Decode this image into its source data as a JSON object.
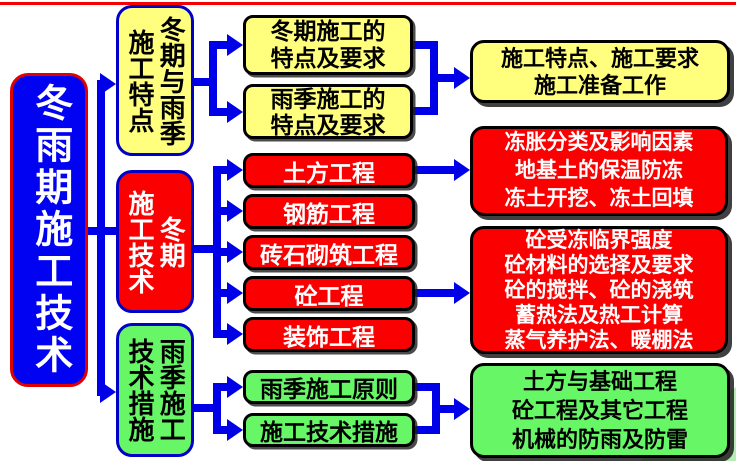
{
  "title": "冬雨期施工技术",
  "palette": {
    "root_fill": "#0202F2",
    "root_border": "#E00000",
    "yellow_fill": "#FFFF7D",
    "red_fill": "#FA0000",
    "green_fill": "#66F666",
    "connector_blue": "#0000E8",
    "header_border_blue": "#0000C8",
    "top_line_red": "#F40000",
    "corner_decoration_green": "#B4ECB4",
    "text_dark": "#000000",
    "text_light": "#FFFFFF"
  },
  "root": {
    "label": "冬雨期施工技术"
  },
  "branches": [
    {
      "header": "冬期与雨季\n施工特点",
      "children": [
        "冬期施工的\n特点及要求",
        "雨季施工的\n特点及要求"
      ],
      "result": "施工特点、施工要求\n施工准备工作"
    },
    {
      "header": "冬期\n施工技术",
      "children": [
        "土方工程",
        "钢筋工程",
        "砖石砌筑工程",
        "砼工程",
        "装饰工程"
      ],
      "results": [
        "冻胀分类及影响因素\n地基土的保温防冻\n冻土开挖、冻土回填",
        "砼受冻临界强度\n砼材料的选择及要求\n砼的搅拌、砼的浇筑\n蓄热法及热工计算\n蒸气养护法、暖棚法"
      ]
    },
    {
      "header": "雨季施工\n技术措施",
      "children": [
        "雨季施工原则",
        "施工技术措施"
      ],
      "result": "土方与基础工程\n砼工程及其它工程\n机械的防雨及防雷"
    }
  ]
}
